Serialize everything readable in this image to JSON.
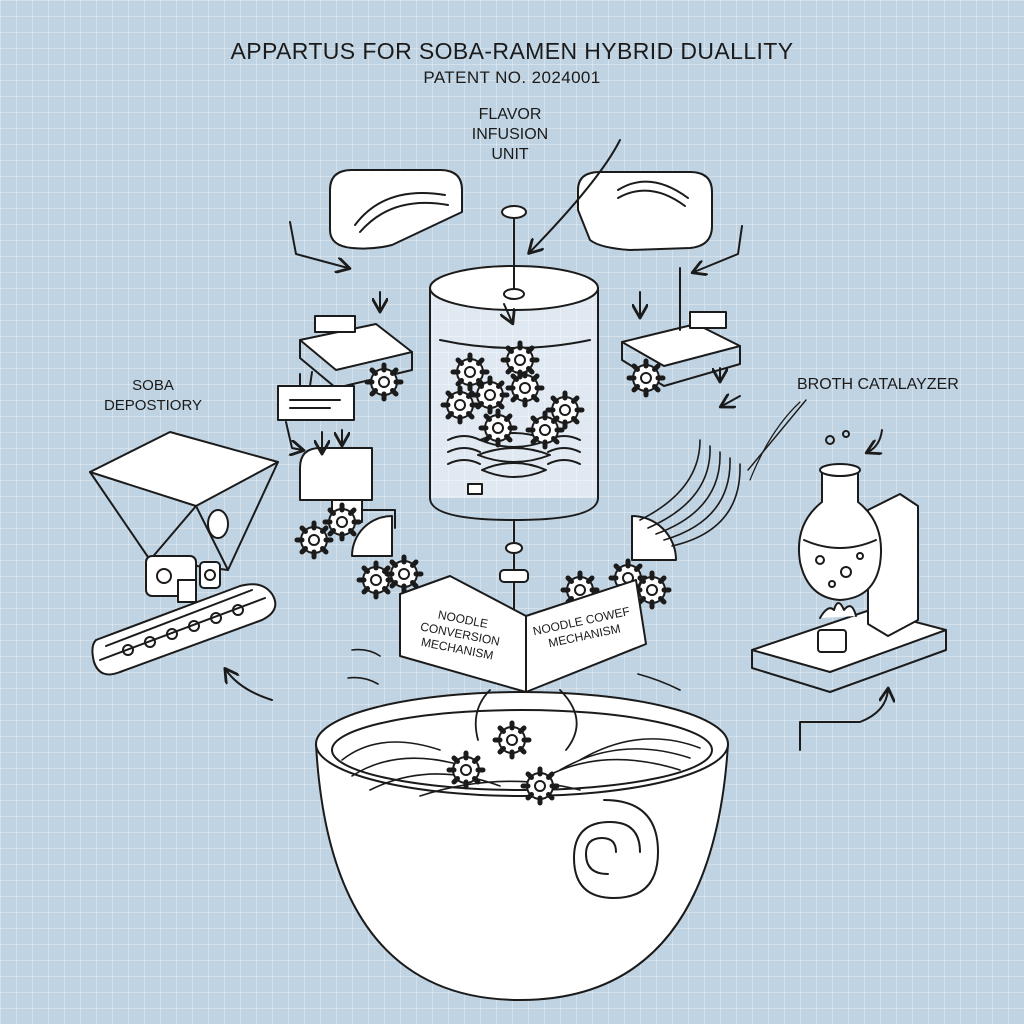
{
  "title": "APPARTUS FOR SOBA-RAMEN HYBRID DUALLITY",
  "patent": "PATENT NO. 2024001",
  "labels": {
    "flavor_infusion_unit": "FLAVOR INFUSION UNIT",
    "soba_depository": "SOBA DEPOSTIORY",
    "broth_catalyzer": "BROTH CATALAYZER",
    "noodle_mechanism_left": "NOODLE CONVERSION MECHANISM",
    "noodle_mechanism_right": "NOODLE COWEF MECHANISM"
  },
  "colors": {
    "background": "#c0d3e2",
    "line": "#1b1b1b",
    "fill": "#ffffff"
  }
}
